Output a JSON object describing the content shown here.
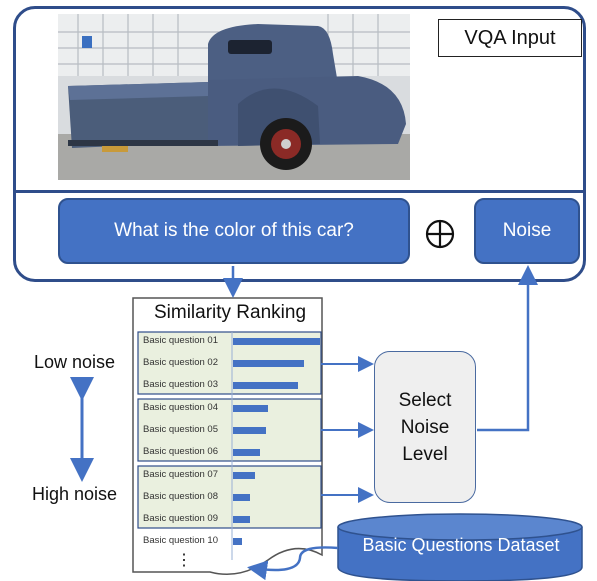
{
  "vqa": {
    "label": "VQA Input",
    "question": "What is the color of this car?",
    "operator": "⊕",
    "noise": "Noise"
  },
  "ranking": {
    "title": "Similarity Ranking",
    "rows": [
      {
        "label": "Basic question 01",
        "similarity": 0.95
      },
      {
        "label": "Basic question 02",
        "similarity": 0.77
      },
      {
        "label": "Basic question 03",
        "similarity": 0.71
      },
      {
        "label": "Basic question 04",
        "similarity": 0.38
      },
      {
        "label": "Basic question 05",
        "similarity": 0.36
      },
      {
        "label": "Basic question 06",
        "similarity": 0.29
      },
      {
        "label": "Basic question 07",
        "similarity": 0.24
      },
      {
        "label": "Basic question 08",
        "similarity": 0.19
      },
      {
        "label": "Basic question 09",
        "similarity": 0.19
      },
      {
        "label": "Basic question 10",
        "similarity": 0.1
      }
    ],
    "ellipsis": "⋮"
  },
  "noise_scale": {
    "low": "Low noise",
    "high": "High noise"
  },
  "select": {
    "line1": "Select",
    "line2": "Noise",
    "line3": "Level"
  },
  "dataset": {
    "label": "Basic Questions Dataset"
  },
  "colors": {
    "accent": "#4472C4",
    "frame": "#2F4D8A",
    "group_fill": "#EAF0DF",
    "arrow": "#4472C4"
  }
}
